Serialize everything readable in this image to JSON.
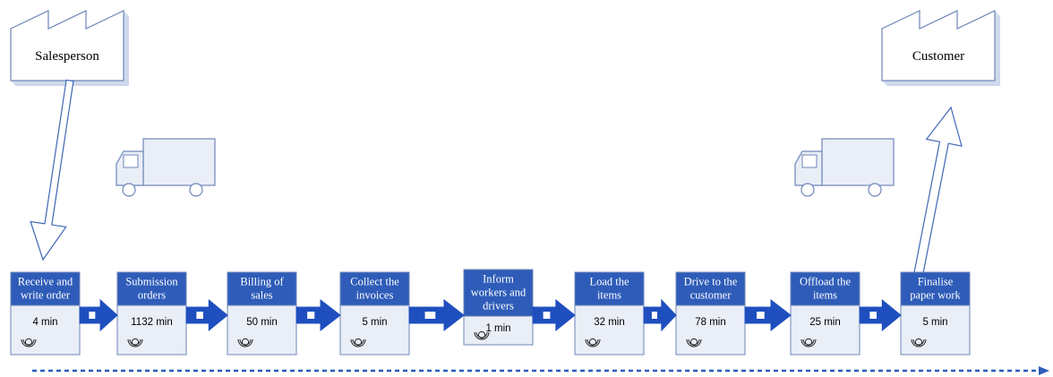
{
  "entities": {
    "supplier": {
      "label": "Salesperson"
    },
    "customer": {
      "label": "Customer"
    }
  },
  "processes": [
    {
      "lines": [
        "Receive and",
        "write order"
      ],
      "time": "4 min"
    },
    {
      "lines": [
        "Submission",
        "orders"
      ],
      "time": "1132 min"
    },
    {
      "lines": [
        "Billing of",
        "sales"
      ],
      "time": "50 min"
    },
    {
      "lines": [
        "Collect the",
        "invoices"
      ],
      "time": "5 min"
    },
    {
      "lines": [
        "Inform",
        "workers and",
        "drivers"
      ],
      "time": "1 min"
    },
    {
      "lines": [
        "Load the",
        "items"
      ],
      "time": "32 min"
    },
    {
      "lines": [
        "Drive to the",
        "customer"
      ],
      "time": "78 min"
    },
    {
      "lines": [
        "Offload the",
        "items"
      ],
      "time": "25 min"
    },
    {
      "lines": [
        "Finalise",
        "paper work"
      ],
      "time": "5 min"
    }
  ],
  "icons": {
    "factory": "factory-icon",
    "truck": "truck-icon",
    "operator": "operator-icon",
    "push_arrow": "push-arrow-icon",
    "shipment_arrow": "shipment-arrow-icon",
    "timeline": "timeline-arrow"
  },
  "colors": {
    "box_fill": "#E9EEF7",
    "box_border": "#6E86B8",
    "header_fill": "#2E5CB8",
    "push_blue": "#1F4FBF",
    "timeline": "#2E5CB8"
  }
}
